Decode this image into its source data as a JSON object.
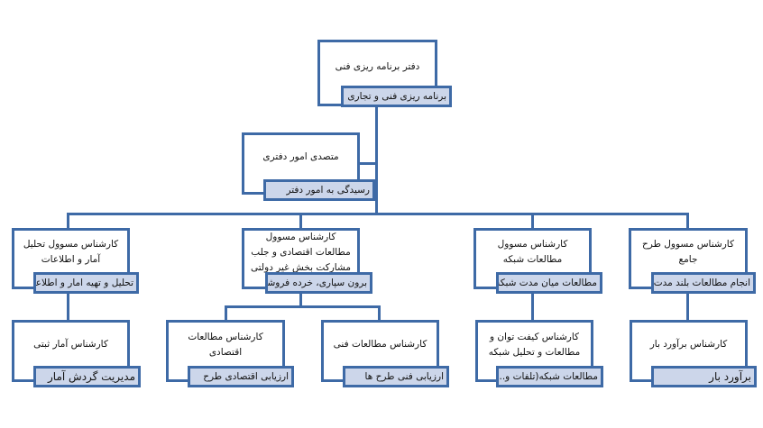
{
  "root": {
    "title": "دفتر برنامه  ریزی فنی",
    "role": "برنامه  ریزی فنی و تجاری"
  },
  "assistant": {
    "title": "متصدی امور دفتری",
    "role": "رسیدگی به امور دفتر"
  },
  "level2": [
    {
      "title": "کارشناس مسوول تحلیل  آمار و اطلاعات",
      "role": "تحلیل و تهیه امار و اطلاعات"
    },
    {
      "title": "کارشناس مسوول مطالعات اقتصادی و جلب مشارکت بخش غیر دولتی",
      "role": "برون سپاری، خرده فروشی ,DG"
    },
    {
      "title": "کارشناس مسوول مطالعات شبکه",
      "role": "مطالعات  میان مدت شبکه"
    },
    {
      "title": "کارشناس مسوول طرح  جامع",
      "role": "انجام مطالعات بلند مدت شبکه"
    }
  ],
  "level3": [
    {
      "title": "کارشناس  آمار ثبتی",
      "role": "مدیریت گردش آمار"
    },
    {
      "title": "کارشناس مطالعات اقتصادی",
      "role": "ارزیابی  اقتصادی  طرح"
    },
    {
      "title": "کارشناس مطالعات  فنی",
      "role": "ارزیابی  فنی  طرح ها"
    },
    {
      "title": "کارشناس کیفت توان و مطالعات و تحلیل شبکه",
      "role": "مطالعات شبکه(تلفات و...)"
    },
    {
      "title": "کارشناس برآورد بار",
      "role": "برآورد بار"
    }
  ]
}
